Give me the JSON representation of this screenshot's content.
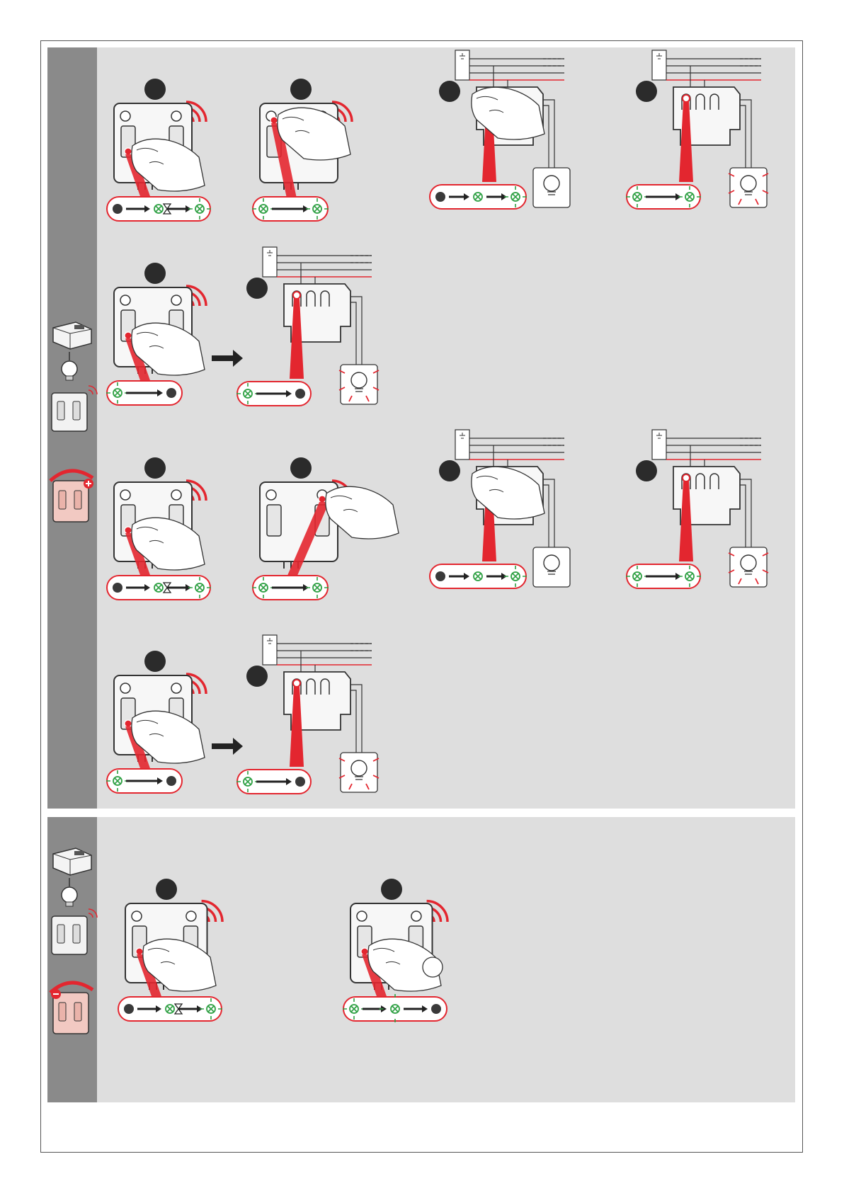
{
  "colors": {
    "panel_bg": "#dedede",
    "sidebar_bg": "#8a8a8a",
    "accent_red": "#e3262f",
    "led_green": "#2ea043",
    "led_off": "#3a3a3a"
  },
  "page_number": "",
  "sections": [
    {
      "name": "add-device-procedure",
      "sidebar_icons": [
        "receiver-module-icon",
        "bulb-icon",
        "wireless-switch-icon",
        "add-switch-icon"
      ]
    },
    {
      "name": "remove-device-procedure",
      "sidebar_icons": [
        "receiver-module-icon",
        "bulb-icon",
        "wireless-switch-icon",
        "remove-switch-icon"
      ]
    }
  ],
  "steps": [
    {
      "row": 1,
      "kind": "switch",
      "press": "left-bottom",
      "leds": [
        "off",
        "green",
        "green-blink"
      ],
      "hourglass": true
    },
    {
      "row": 1,
      "kind": "switch",
      "press": "left-top",
      "leds": [
        "green-blink",
        "green-blink"
      ],
      "hourglass": false
    },
    {
      "row": 1,
      "kind": "receiver",
      "leds": [
        "off",
        "green",
        "green-blink"
      ],
      "lamp": "off"
    },
    {
      "row": 1,
      "kind": "receiver",
      "leds": [
        "green-blink",
        "green-blink"
      ],
      "lamp": "on"
    },
    {
      "row": 2,
      "kind": "switch",
      "press": "left-bottom",
      "leds": [
        "green-blink",
        "off"
      ],
      "arrow": true
    },
    {
      "row": 2,
      "kind": "receiver",
      "leds": [
        "green-blink",
        "off"
      ],
      "lamp": "on"
    },
    {
      "row": 3,
      "kind": "switch",
      "press": "left-bottom",
      "leds": [
        "off",
        "green",
        "green-blink"
      ],
      "hourglass": true
    },
    {
      "row": 3,
      "kind": "switch",
      "press": "right-top",
      "leds": [
        "green-blink",
        "green-blink"
      ],
      "hourglass": false
    },
    {
      "row": 3,
      "kind": "receiver",
      "leds": [
        "off",
        "green",
        "green-blink"
      ],
      "lamp": "off"
    },
    {
      "row": 3,
      "kind": "receiver",
      "leds": [
        "green-blink",
        "green-blink"
      ],
      "lamp": "on"
    },
    {
      "row": 4,
      "kind": "switch",
      "press": "left-bottom",
      "leds": [
        "green-blink",
        "off"
      ],
      "arrow": true
    },
    {
      "row": 4,
      "kind": "receiver",
      "leds": [
        "green-blink",
        "off"
      ],
      "lamp": "on"
    },
    {
      "row": 5,
      "kind": "switch",
      "press": "left-bottom",
      "leds": [
        "off",
        "green",
        "green-blink"
      ],
      "hourglass": true
    },
    {
      "row": 5,
      "kind": "switch",
      "press": "left-bottom-hold",
      "leds": [
        "green-blink",
        "green-strong-blink",
        "off"
      ],
      "hourglass": false
    }
  ]
}
